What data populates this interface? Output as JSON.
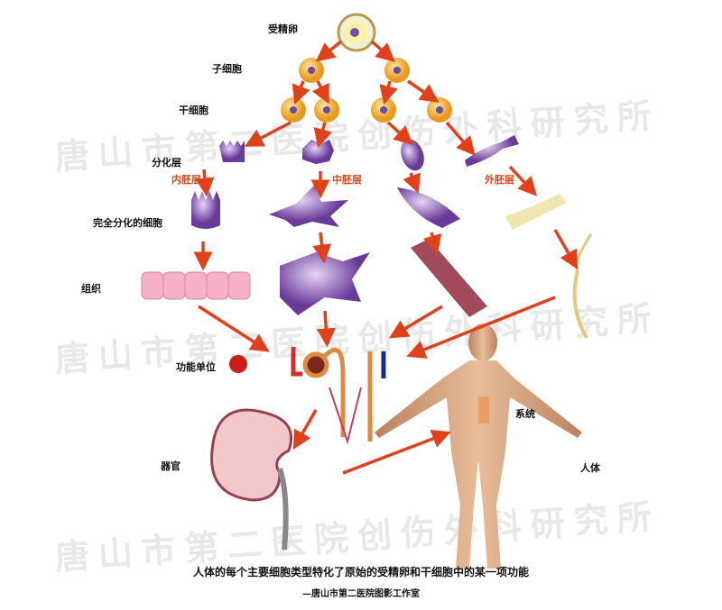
{
  "labels": {
    "zygote": "受精卵",
    "daughter_cells": "子细胞",
    "stem_cells": "干细胞",
    "germ_layers": "分化层",
    "endoderm": "内胚层",
    "mesoderm": "中胚层",
    "ectoderm": "外胚层",
    "differentiated_cells": "完全分化的细胞",
    "tissue": "组织",
    "functional_unit": "功能单位",
    "organ": "器官",
    "system": "系统",
    "human_body": "人体"
  },
  "watermark": "唐山市第二医院创伤外科研究所",
  "caption": {
    "main": "人体的每个主要细胞类型特化了原始的受精卵和干细胞中的某一项功能",
    "credit": "—唐山市第二医院图影工作室"
  },
  "colors": {
    "arrow": "#e0401a",
    "cell": "#f0a830",
    "purple": "#7a4aa8",
    "label_accent": "#e0401a"
  }
}
